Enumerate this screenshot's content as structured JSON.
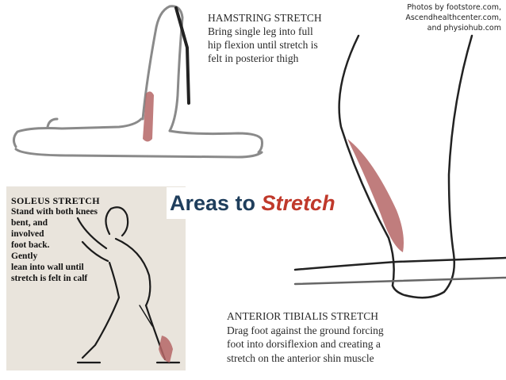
{
  "credits": {
    "lines": [
      "Photos by footstore.com,",
      "Ascendhealthcenter.com,",
      "and physiohub.com"
    ]
  },
  "hamstring": {
    "title": "HAMSTRING STRETCH",
    "lines": [
      "Bring single leg into full",
      "hip flexion until stretch is",
      "felt in posterior thigh"
    ]
  },
  "slide_title": {
    "prefix": "Areas to",
    "accent": "Stretch"
  },
  "soleus": {
    "title": "SOLEUS STRETCH",
    "lines": [
      "Stand with both knees",
      "bent, and",
      "involved",
      "foot back.",
      "Gently",
      "lean into wall until",
      "stretch is felt in calf"
    ]
  },
  "anterior": {
    "title": "ANTERIOR TIBIALIS STRETCH",
    "lines": [
      "Drag foot against the ground forcing",
      "foot into dorsiflexion and creating  a",
      "stretch on the anterior shin muscle"
    ]
  },
  "colors": {
    "title": "#1f3e5c",
    "accent": "#c0392b",
    "highlight": "#b56666"
  }
}
